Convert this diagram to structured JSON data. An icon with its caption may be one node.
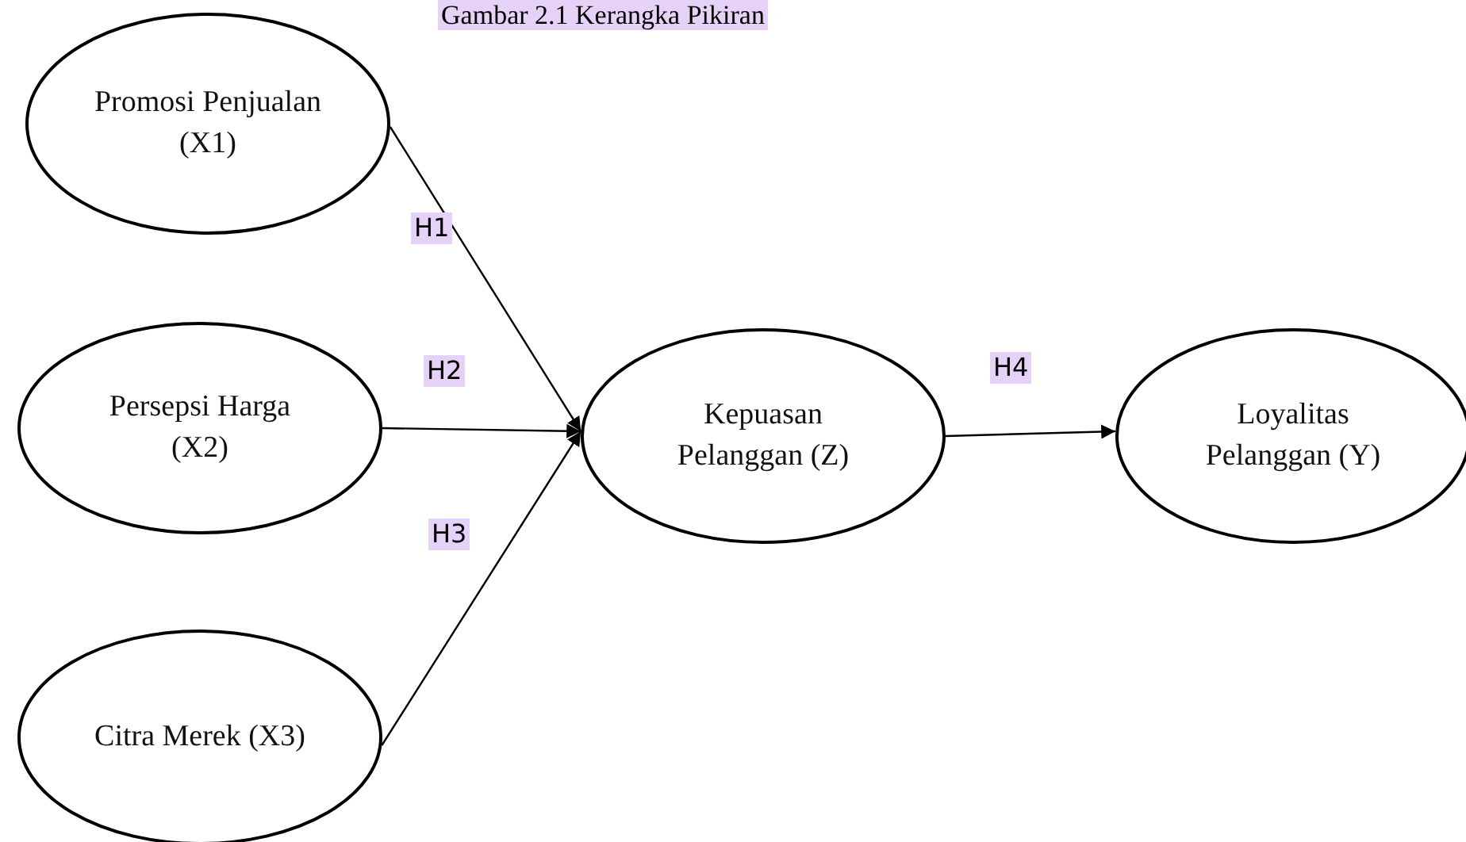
{
  "diagram": {
    "title": "Gambar 2.1 Kerangka Pikiran",
    "nodes": [
      {
        "text": [
          "Promosi Penjualan (X1)"
        ]
      },
      {
        "text": [
          "Persepsi Harga (X2)"
        ]
      },
      {
        "text": [
          "Citra Merek (X3)"
        ]
      },
      {
        "text": [
          "Kepuasan Pelanggan (Z)"
        ]
      },
      {
        "text": [
          "Loyalitas Pelanggan (Y)"
        ]
      }
    ],
    "edges": [
      {
        "from": 0,
        "to": 3,
        "arrow": "to",
        "label": "H1"
      },
      {
        "from": 1,
        "to": 3,
        "arrow": "to",
        "label": "H2"
      },
      {
        "from": 2,
        "to": 3,
        "arrow": "to",
        "label": "H3"
      },
      {
        "from": 3,
        "to": 4,
        "arrow": "to",
        "label": "H4"
      }
    ]
  }
}
